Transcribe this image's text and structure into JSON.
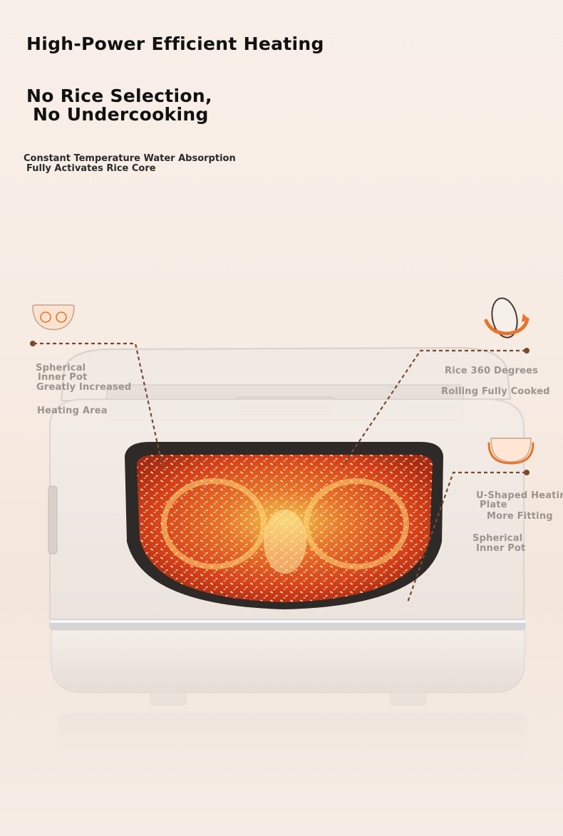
{
  "headline": {
    "line1": "High-Power Efficient Heating",
    "line2a": "No Rice Selection,",
    "line2b": "No Undercooking"
  },
  "subheading": {
    "line1": "Constant Temperature Water Absorption",
    "line2": "Fully Activates Rice Core"
  },
  "callouts": {
    "left": {
      "line1": "Spherical",
      "line2": "Inner Pot",
      "line3": "Greatly Increased",
      "line4": "Heating Area",
      "icon": "pot-convection-icon"
    },
    "right_top": {
      "line1": "Rice 360 Degrees",
      "line2": "Rolling Fully Cooked",
      "icon": "rice-grain-rotation-icon"
    },
    "right_bottom": {
      "line1": "U-Shaped Heating",
      "line2": "Plate",
      "line3": "More Fitting",
      "line4": "Spherical",
      "line5": "Inner Pot",
      "icon": "u-shaped-plate-icon"
    }
  },
  "colors": {
    "accent_orange": "#e8742a",
    "leader_line": "#7a4a2c",
    "label_gray": "#9b938d",
    "heat_core": "#d9461a"
  }
}
